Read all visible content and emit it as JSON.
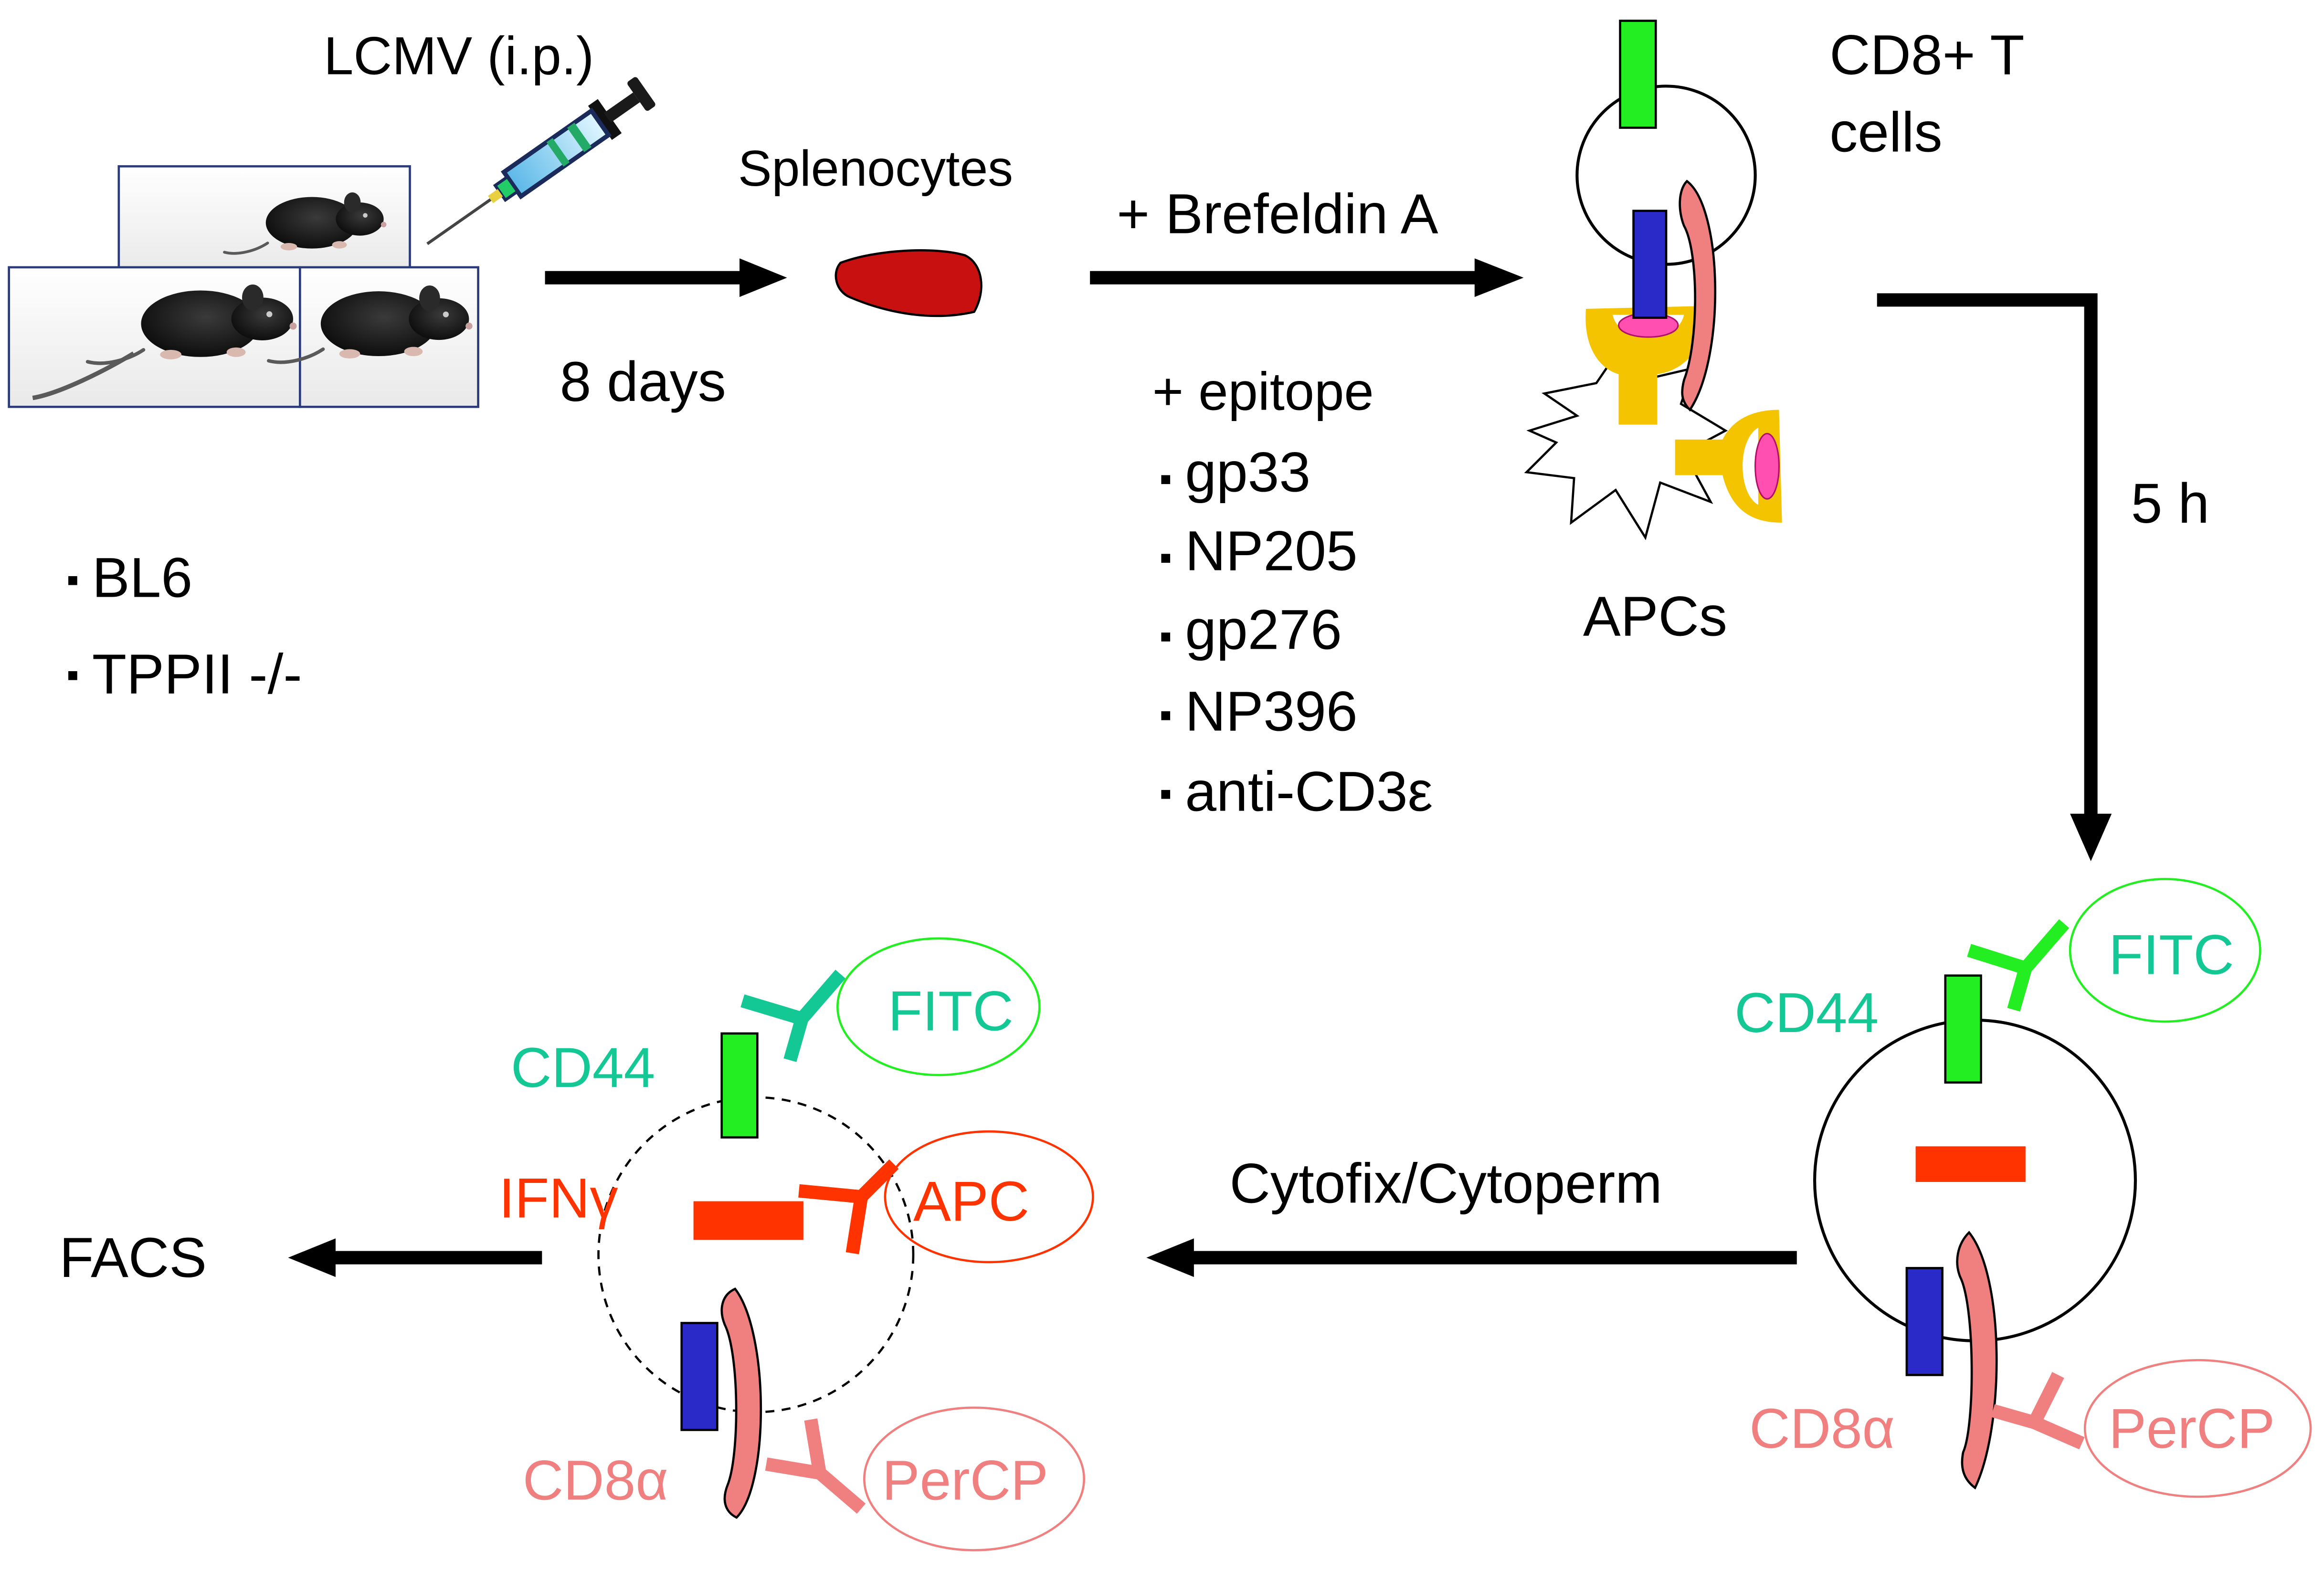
{
  "colors": {
    "text": "#000000",
    "cd44_teal": "#13c894",
    "ifn_red": "#ff3300",
    "cd8_pink": "#f08080",
    "receptor_green": "#22ee22",
    "tcr_blue": "#2a2ac8",
    "mhc_yellow": "#f5c400",
    "peptide_magenta": "#ff4fb0",
    "spleen_red": "#c81010",
    "arrow": "#000000"
  },
  "labels": {
    "lcmv": "LCMV (i.p.)",
    "days": "8 days",
    "splenocytes": "Splenocytes",
    "brefeldin": "+ Brefeldin A",
    "epitope": "+ epitope",
    "epitopes": [
      "gp33",
      "NP205",
      "gp276",
      "NP396",
      "anti-CD3ε"
    ],
    "mouse_strains": [
      "BL6",
      "TPPII -/-"
    ],
    "cd8_cells_line1": "CD8+ T",
    "cd8_cells_line2": "cells",
    "apcs": "APCs",
    "time": "5 h",
    "cytofix": "Cytofix/Cytoperm",
    "facs": "FACS",
    "right_cell": {
      "cd44": "CD44",
      "fitc": "FITC",
      "cd8a": "CD8α",
      "percp": "PerCP"
    },
    "left_cell": {
      "cd44": "CD44",
      "fitc": "FITC",
      "ifng": "IFNγ",
      "apc": "APC",
      "cd8a": "CD8α",
      "percp": "PerCP"
    }
  },
  "icons": {
    "mice": "mouse-photo-icon",
    "syringe": "syringe-icon",
    "spleen": "spleen-icon",
    "antibody": "antibody-y-icon"
  }
}
